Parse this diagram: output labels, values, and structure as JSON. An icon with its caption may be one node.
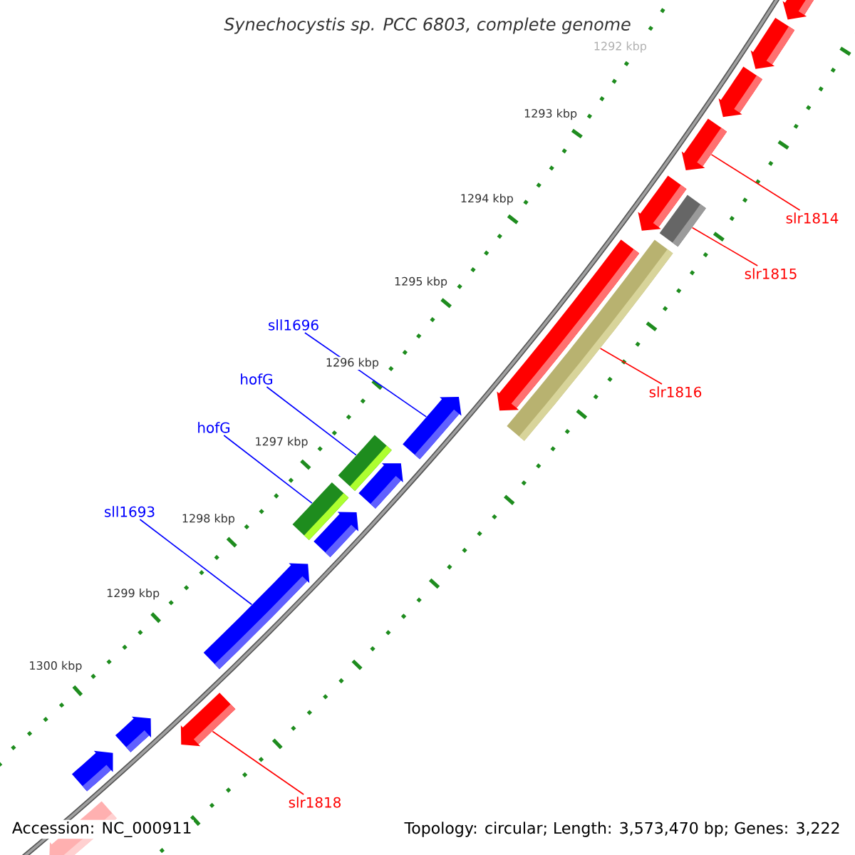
{
  "diagram": {
    "title": "Synechocystis sp. PCC 6803, complete genome",
    "nodes": [
      {
        "text": [
          "slr1814"
        ]
      },
      {
        "text": [
          "slr1815"
        ]
      },
      {
        "text": [
          "sll1696"
        ]
      },
      {
        "text": [
          "hofG"
        ]
      },
      {
        "text": [
          "slr1816"
        ]
      },
      {
        "text": [
          "hofG"
        ]
      },
      {
        "text": [
          "sll1693"
        ]
      },
      {
        "text": [
          "slr1818"
        ]
      },
      {
        "text": [],
        "shape": "arrow"
      },
      {
        "text": [],
        "shape": "arrow"
      },
      {
        "text": [],
        "shape": "arrow"
      },
      {
        "text": [],
        "shape": "arrow"
      },
      {
        "text": [],
        "shape": "arrow"
      },
      {
        "text": [],
        "shape": "bar"
      },
      {
        "text": [],
        "shape": "arrow"
      },
      {
        "text": [],
        "shape": "bar"
      },
      {
        "text": [],
        "shape": "arrow"
      },
      {
        "text": [],
        "shape": "bar"
      },
      {
        "text": [],
        "shape": "arrow"
      },
      {
        "text": [],
        "shape": "bar"
      },
      {
        "text": [],
        "shape": "arrow"
      },
      {
        "text": [],
        "shape": "arrow"
      },
      {
        "text": [],
        "shape": "arrow"
      },
      {
        "text": [],
        "shape": "arrow"
      },
      {
        "text": [],
        "shape": "arrow"
      },
      {
        "text": [],
        "shape": "arrow"
      }
    ],
    "edges": [
      {
        "from": 0,
        "to": 11,
        "arrow": "none",
        "color": "#ff0000"
      },
      {
        "from": 1,
        "to": 13,
        "arrow": "none",
        "color": "#ff0000"
      },
      {
        "from": 2,
        "to": 16,
        "arrow": "none",
        "color": "#0000ff"
      },
      {
        "from": 3,
        "to": 17,
        "arrow": "none",
        "color": "#0000ff"
      },
      {
        "from": 4,
        "to": 15,
        "arrow": "none",
        "color": "#ff0000"
      },
      {
        "from": 5,
        "to": 19,
        "arrow": "none",
        "color": "#0000ff"
      },
      {
        "from": 6,
        "to": 21,
        "arrow": "none",
        "color": "#0000ff"
      },
      {
        "from": 7,
        "to": 22,
        "arrow": "none",
        "color": "#ff0000"
      }
    ],
    "labels": [
      "1292 kbp",
      "1293 kbp",
      "1294 kbp",
      "1295 kbp",
      "1296 kbp",
      "1297 kbp",
      "1298 kbp",
      "1299 kbp",
      "1300 kbp",
      "Accession: NC_000911",
      "Topology: circular; Length: 3,573,470 bp; Genes: 3,222"
    ]
  }
}
